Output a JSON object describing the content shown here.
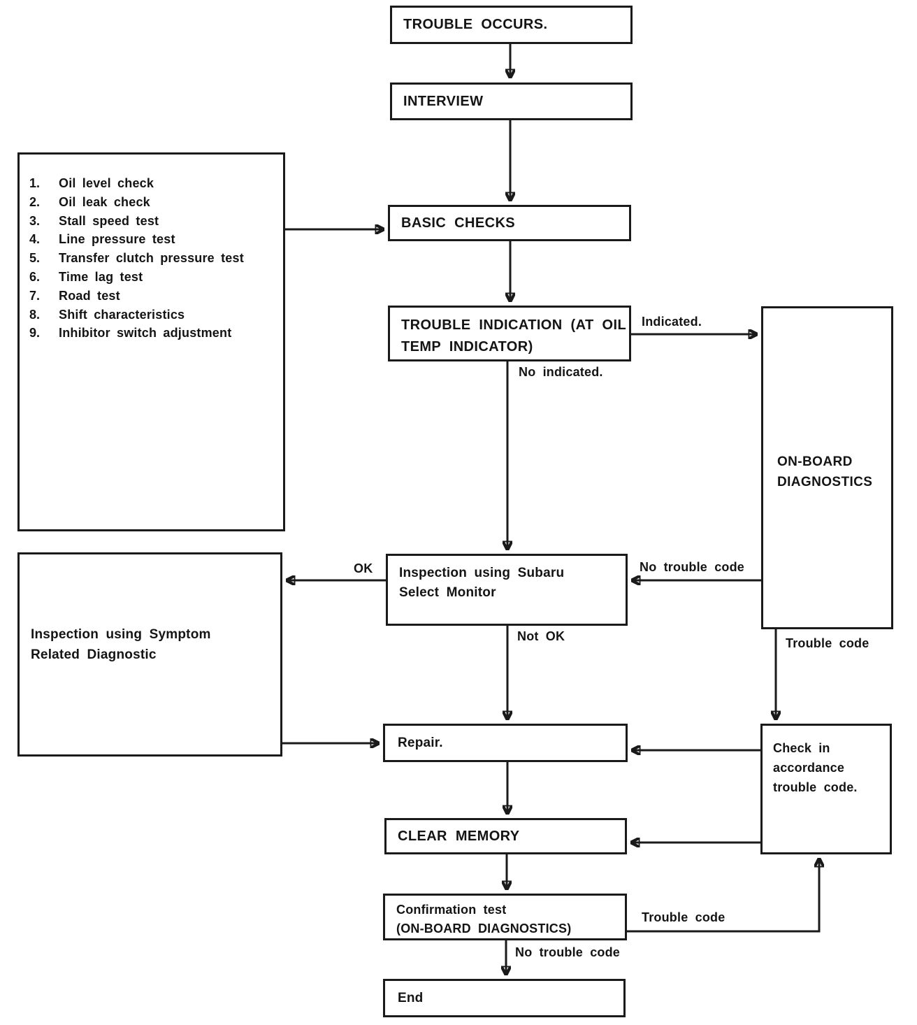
{
  "diagram": {
    "nodes": {
      "trouble_occurs": {
        "label": "TROUBLE OCCURS."
      },
      "interview": {
        "label": "INTERVIEW"
      },
      "basic_checks": {
        "label": "BASIC CHECKS"
      },
      "trouble_indication": {
        "line1": "TROUBLE INDICATION (AT OIL",
        "line2": "TEMP INDICATOR)"
      },
      "onboard_diagnostics": {
        "line1": "ON-BOARD",
        "line2": "DIAGNOSTICS"
      },
      "select_monitor": {
        "line1": "Inspection using Subaru",
        "line2": "Select Monitor"
      },
      "symptom_related": {
        "line1": "Inspection using Symptom",
        "line2": "Related Diagnostic"
      },
      "repair": {
        "label": "Repair."
      },
      "check_accordance": {
        "line1": "Check in",
        "line2": "accordance",
        "line3": "trouble code."
      },
      "clear_memory": {
        "label": "CLEAR MEMORY"
      },
      "confirmation_test": {
        "line1": "Confirmation test",
        "line2": "(ON-BOARD DIAGNOSTICS)"
      },
      "end": {
        "label": "End"
      }
    },
    "checks": {
      "items": [
        {
          "num": "1.",
          "text": "Oil level check"
        },
        {
          "num": "2.",
          "text": "Oil leak check"
        },
        {
          "num": "3.",
          "text": "Stall speed test"
        },
        {
          "num": "4.",
          "text": "Line pressure test"
        },
        {
          "num": "5.",
          "text": "Transfer clutch pressure test"
        },
        {
          "num": "6.",
          "text": "Time lag test"
        },
        {
          "num": "7.",
          "text": "Road test"
        },
        {
          "num": "8.",
          "text": "Shift characteristics"
        },
        {
          "num": "9.",
          "text": "Inhibitor switch adjustment"
        }
      ]
    },
    "edges": {
      "indicated": "Indicated.",
      "no_indicated": "No indicated.",
      "ok": "OK",
      "not_ok": "Not OK",
      "no_trouble_code": "No trouble code",
      "trouble_code": "Trouble code",
      "trouble_code_confirm": "Trouble code",
      "no_trouble_code_confirm": "No trouble code"
    },
    "colors": {
      "ink": "#1a1a1a",
      "paper": "#ffffff"
    }
  }
}
